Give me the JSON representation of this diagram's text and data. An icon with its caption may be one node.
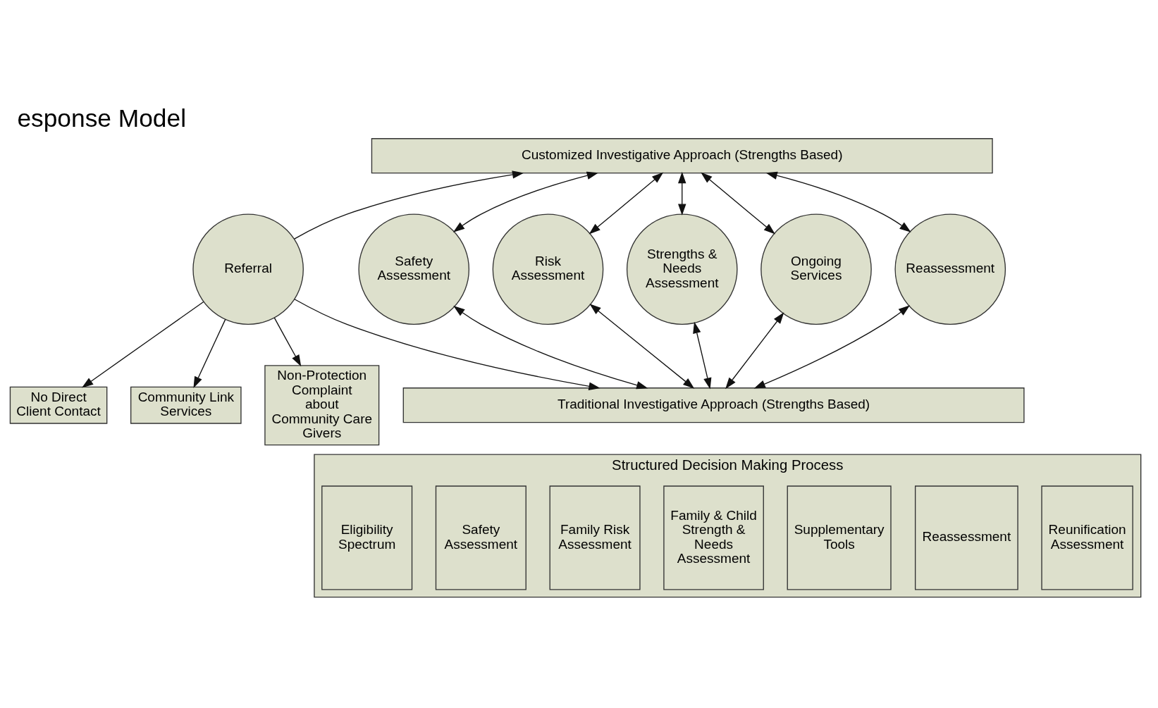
{
  "diagram": {
    "title": "esponse Model",
    "nodes": [
      {
        "text": [
          "Customized Investigative Approach (Strengths Based)"
        ]
      },
      {
        "text": [
          "Safety Assessment"
        ]
      },
      {
        "text": [
          "Risk Assessment"
        ]
      },
      {
        "text": [
          "Strengths & Needs Assessment"
        ]
      },
      {
        "text": [
          "Ongoing Services"
        ]
      },
      {
        "text": [
          "Reassessment"
        ]
      },
      {
        "text": [
          "Traditional Investigative Approach (Strengths Based)"
        ]
      },
      {
        "text": [
          "Referral"
        ]
      },
      {
        "text": [
          "No Direct Client Contact"
        ]
      },
      {
        "text": [
          "Community Link Services"
        ]
      },
      {
        "text": [
          "Non-Protection Complaint about Community Care Givers"
        ]
      },
      {
        "text": [
          "Structured Decision Making Process"
        ]
      },
      {
        "text": [
          "Eligibility Spectrum"
        ],
        "in": 11
      },
      {
        "text": [
          "Safety Assessment"
        ],
        "in": 11
      },
      {
        "text": [
          "Family Risk Assessment"
        ],
        "in": 11
      },
      {
        "text": [
          "Family & Child Strength & Needs Assessment"
        ],
        "in": 11
      },
      {
        "text": [
          "Supplementary Tools"
        ],
        "in": 11
      },
      {
        "text": [
          "Reassessment"
        ],
        "in": 11
      },
      {
        "text": [
          "Reunification Assessment"
        ],
        "in": 11
      }
    ],
    "edges": [
      {
        "from": 7,
        "to": 0,
        "arrow": "to"
      },
      {
        "from": 7,
        "to": 6,
        "arrow": "to"
      },
      {
        "from": 7,
        "to": 8,
        "arrow": "to"
      },
      {
        "from": 7,
        "to": 9,
        "arrow": "to"
      },
      {
        "from": 7,
        "to": 10,
        "arrow": "to"
      },
      {
        "from": 0,
        "to": 1,
        "arrow": "both"
      },
      {
        "from": 0,
        "to": 2,
        "arrow": "both"
      },
      {
        "from": 0,
        "to": 3,
        "arrow": "both"
      },
      {
        "from": 0,
        "to": 4,
        "arrow": "both"
      },
      {
        "from": 0,
        "to": 5,
        "arrow": "both"
      },
      {
        "from": 1,
        "to": 6,
        "arrow": "both"
      },
      {
        "from": 2,
        "to": 6,
        "arrow": "both"
      },
      {
        "from": 3,
        "to": 6,
        "arrow": "both"
      },
      {
        "from": 4,
        "to": 6,
        "arrow": "both"
      },
      {
        "from": 5,
        "to": 6,
        "arrow": "both"
      }
    ]
  }
}
